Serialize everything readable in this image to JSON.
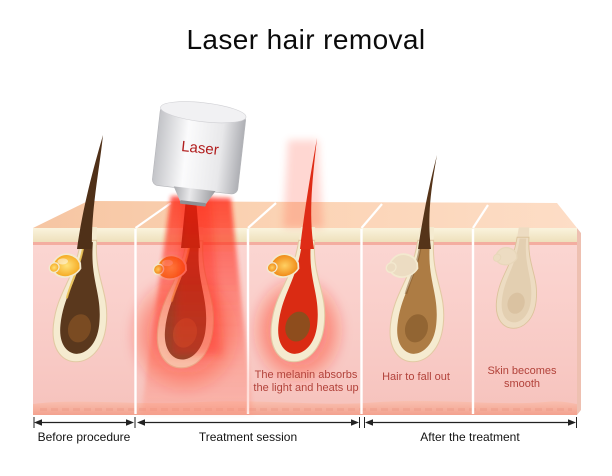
{
  "title": "Laser hair removal",
  "device": {
    "label": "Laser"
  },
  "panels": [
    {
      "name": "before-procedure-follicle",
      "caption": ""
    },
    {
      "name": "laser-session-follicle",
      "caption": ""
    },
    {
      "name": "melanin-heating-follicle",
      "caption": "The melanin absorbs the light and heats up"
    },
    {
      "name": "hair-fall-out-follicle",
      "caption": "Hair to fall out"
    },
    {
      "name": "smooth-skin-follicle",
      "caption": "Skin becomes smooth"
    }
  ],
  "stages": [
    {
      "label": "Before procedure"
    },
    {
      "label": "Treatment session"
    },
    {
      "label": "After the treatment"
    }
  ],
  "colors": {
    "title_text": "#0b0b0b",
    "caption_text": "#b2423a",
    "laser_label_text": "#b11d1d",
    "beam_red": "#ff2313",
    "skin_pink": "#f9cbc7",
    "epidermis_cream": "#f4e8c9",
    "skin_top_peach": "#fbd2b6",
    "hair_brown": "#53321a",
    "gland_yellow": "#ffc23d",
    "empty_follicle_beige": "#e8d6ba"
  }
}
